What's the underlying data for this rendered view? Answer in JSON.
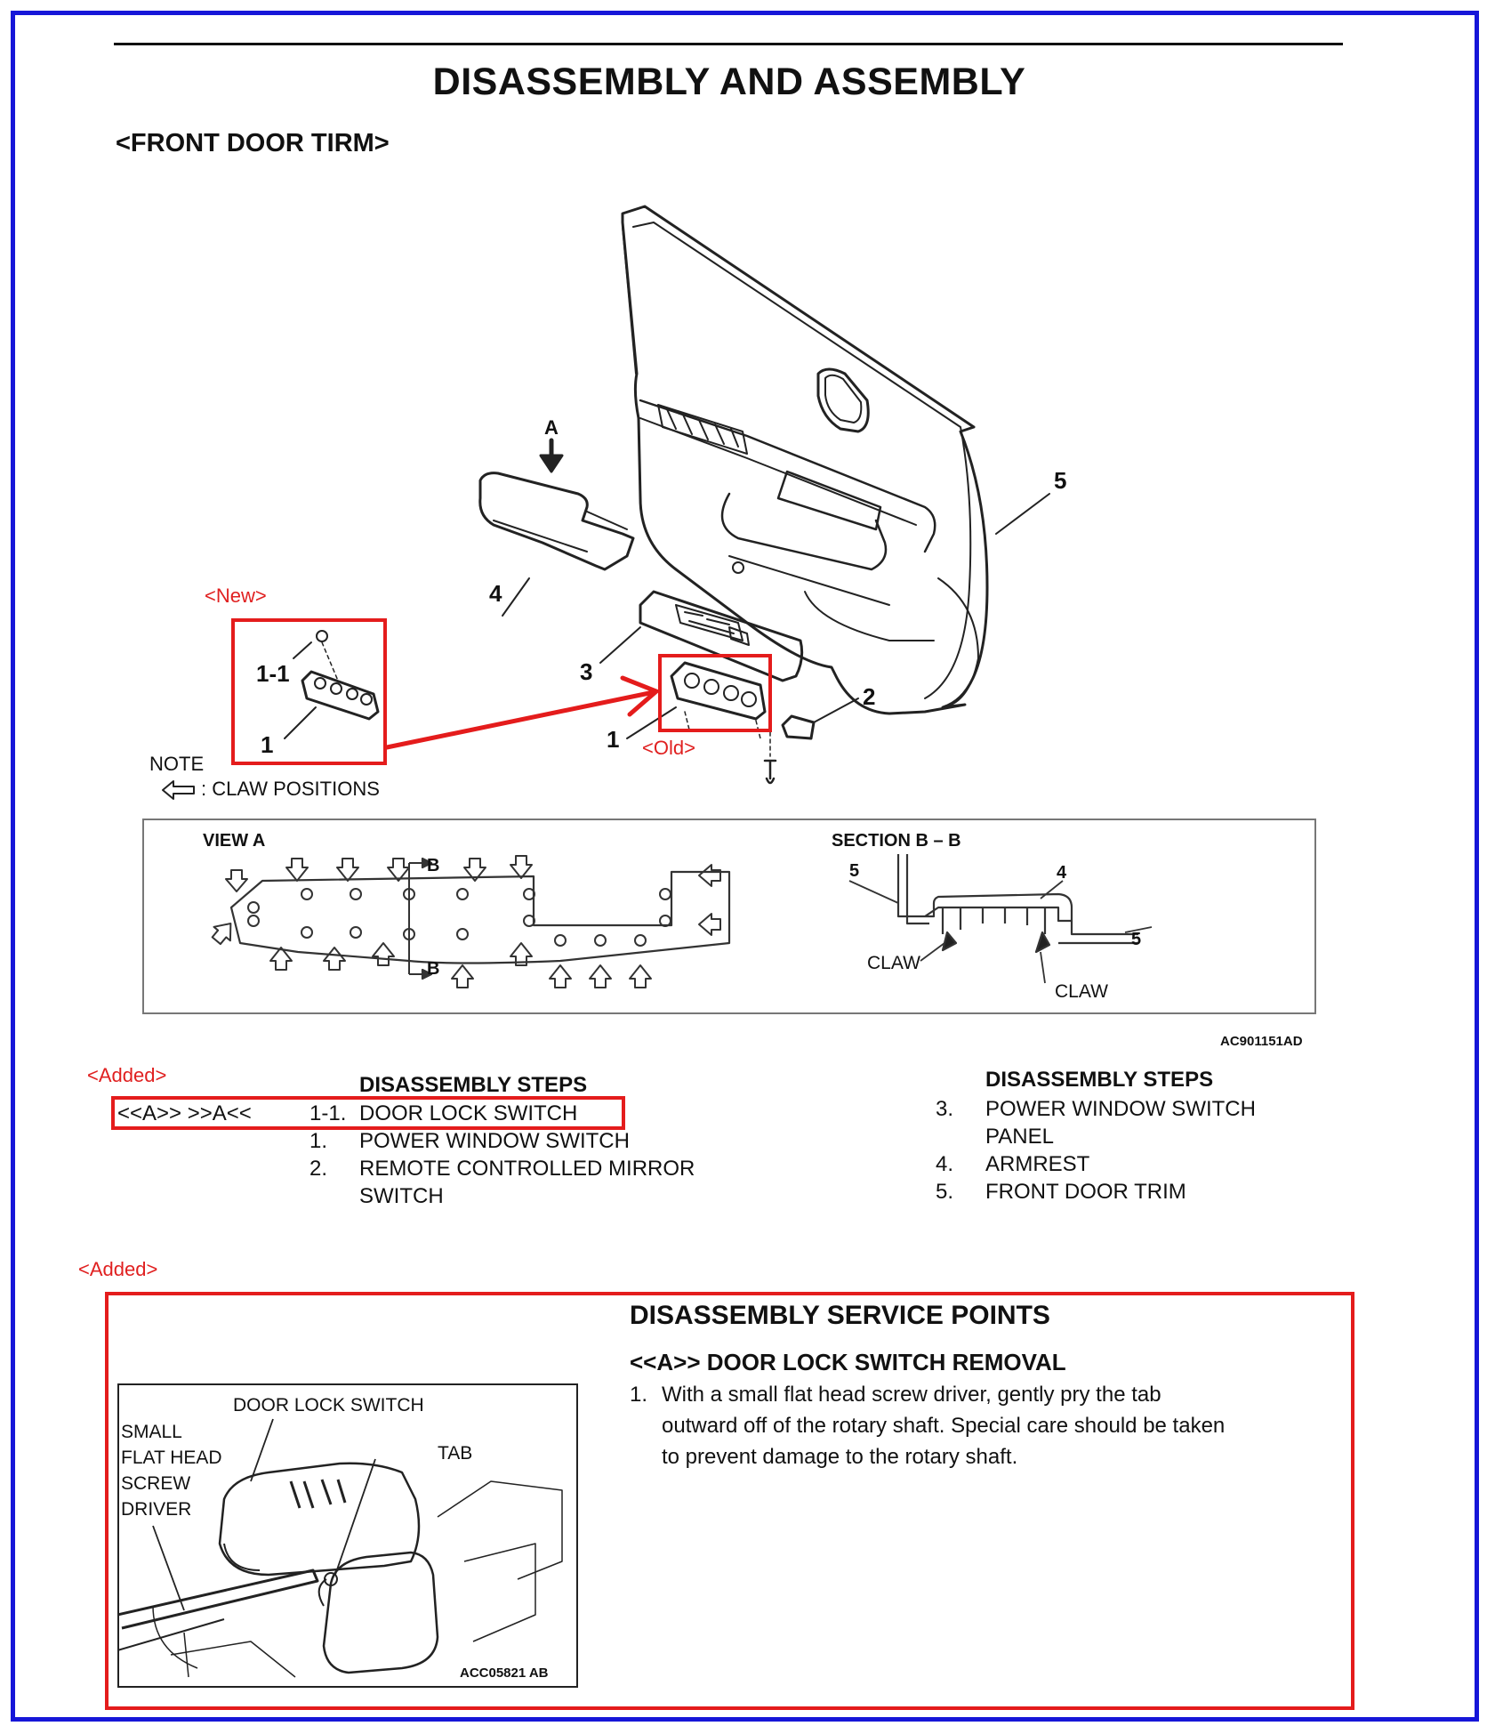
{
  "header": {
    "title": "DISASSEMBLY AND ASSEMBLY",
    "subtitle": "<FRONT DOOR TIRM>"
  },
  "diagram": {
    "label_a": "A",
    "label_4": "4",
    "label_5": "5",
    "label_3": "3",
    "label_2": "2",
    "label_1_old": "1",
    "label_new": "<New>",
    "label_old": "<Old>",
    "label_1_1": "1-1",
    "label_1_new": "1",
    "note_label": "NOTE",
    "claw_positions": ": CLAW POSITIONS",
    "view_a": "VIEW A",
    "section_bb": "SECTION B – B",
    "b_top": "B",
    "b_bottom": "B",
    "sec_5a": "5",
    "sec_4": "4",
    "sec_5b": "5",
    "claw_1": "CLAW",
    "claw_2": "CLAW",
    "figure_code": "AC901151AD"
  },
  "steps": {
    "added_label": "<Added>",
    "heading_left": "DISASSEMBLY STEPS",
    "heading_right": "DISASSEMBLY STEPS",
    "left": [
      {
        "ref": "<<A>>     >>A<<",
        "num": "1-1.",
        "text": "DOOR LOCK SWITCH"
      },
      {
        "ref": "",
        "num": "1.",
        "text": "POWER WINDOW SWITCH"
      },
      {
        "ref": "",
        "num": "2.",
        "text": "REMOTE CONTROLLED MIRROR"
      },
      {
        "ref": "",
        "num": "",
        "text": "SWITCH"
      }
    ],
    "right": [
      {
        "num": "3.",
        "text": "POWER WINDOW SWITCH"
      },
      {
        "num": "",
        "text": "PANEL"
      },
      {
        "num": "4.",
        "text": "ARMREST"
      },
      {
        "num": "5.",
        "text": "FRONT DOOR TRIM"
      }
    ]
  },
  "service": {
    "added_label": "<Added>",
    "title": "DISASSEMBLY SERVICE POINTS",
    "subtitle": "<<A>> DOOR LOCK SWITCH REMOVAL",
    "step_num": "1.",
    "step_lines": [
      "With a small flat head screw driver, gently pry the tab",
      "outward off of the rotary shaft. Special care should be taken",
      "to prevent damage to the rotary shaft."
    ],
    "inset": {
      "door_lock_switch": "DOOR LOCK SWITCH",
      "tab": "TAB",
      "driver_lines": [
        "SMALL",
        "FLAT HEAD",
        "SCREW",
        "DRIVER"
      ],
      "code": "ACC05821 AB"
    }
  },
  "colors": {
    "frame": "#1616d8",
    "highlight": "#e41c1c"
  }
}
